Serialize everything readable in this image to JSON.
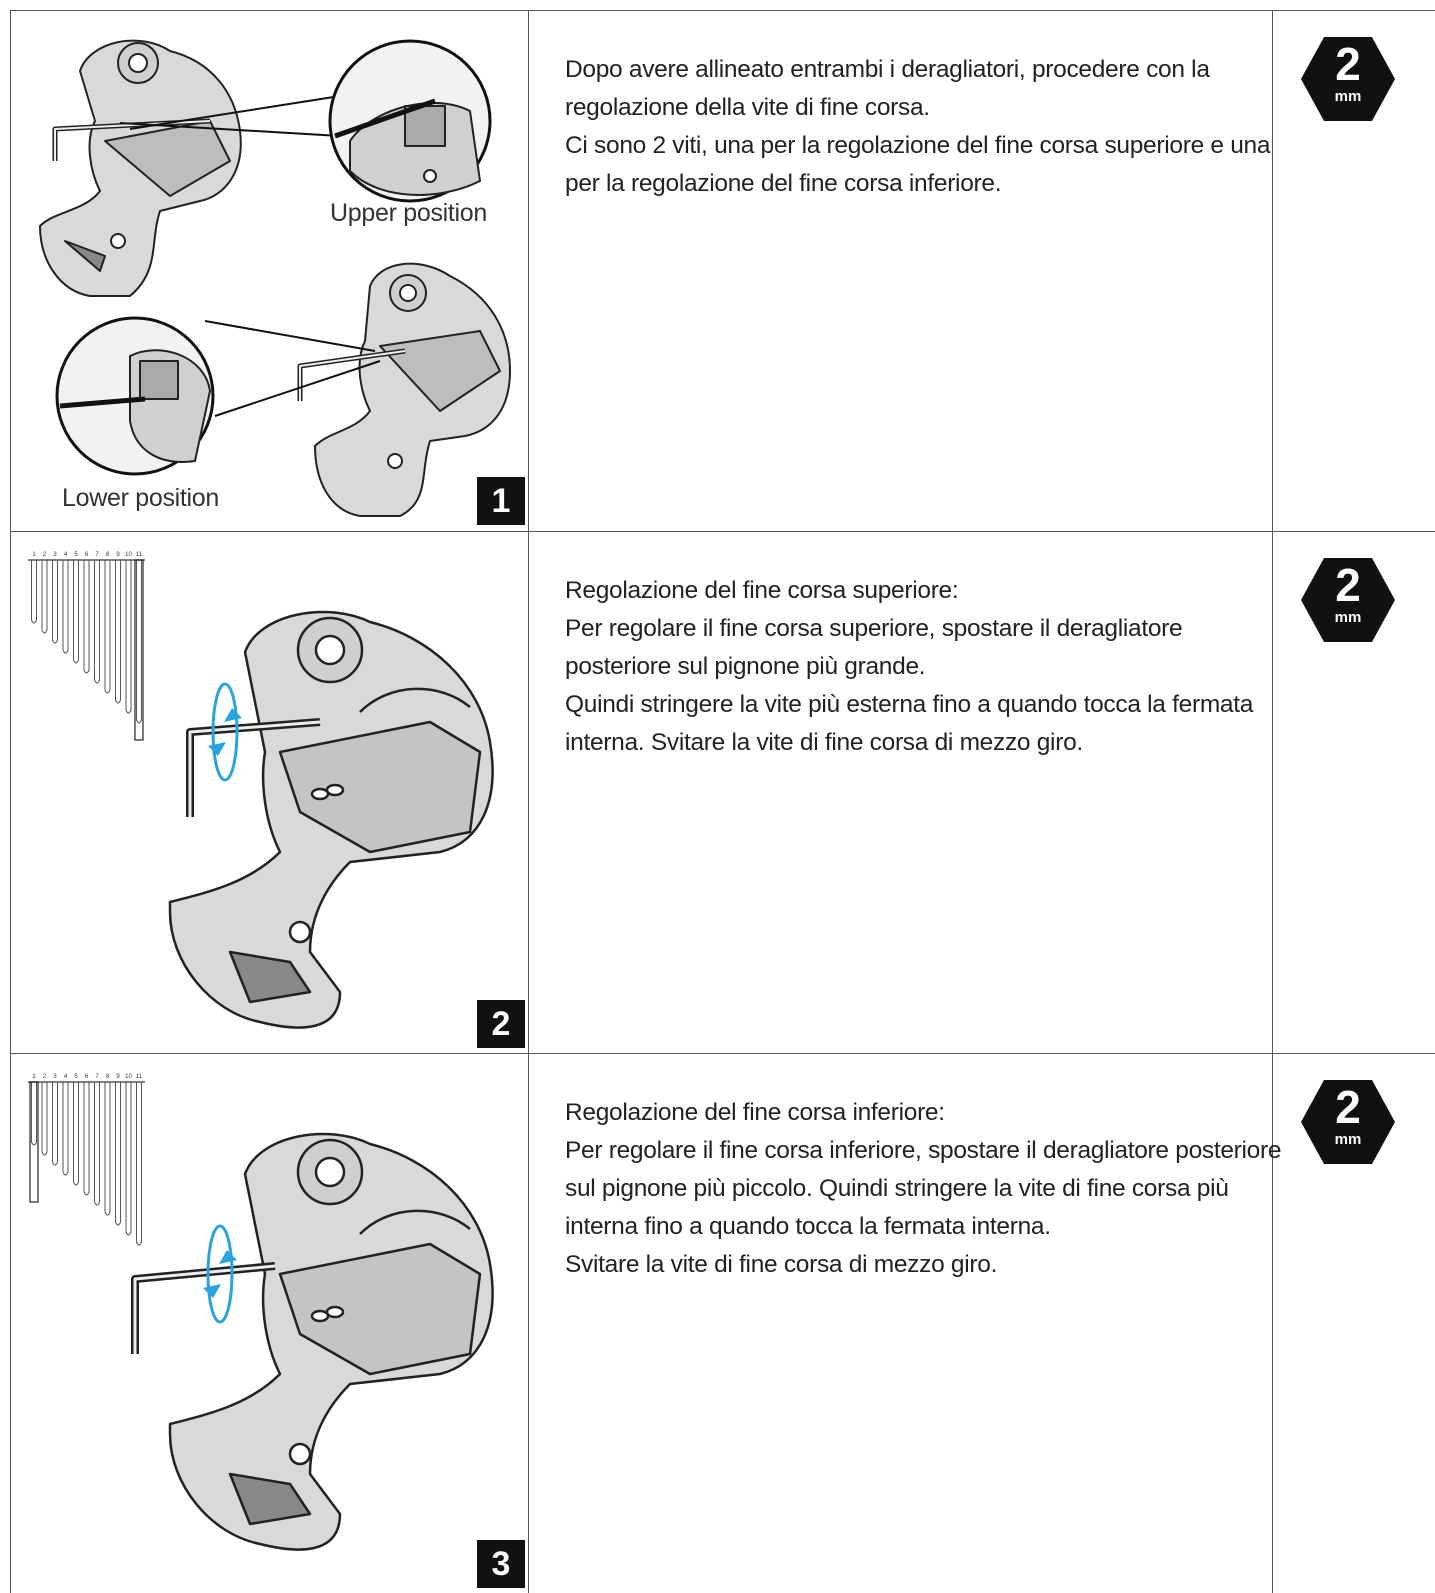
{
  "steps": [
    {
      "number": "1",
      "paragraphs": [
        "Dopo avere allineato entrambi i deragliatori, procedere con la regolazione della vite di fine corsa.",
        "Ci sono 2 viti, una per la regolazione del fine corsa superiore e una per la regolazione del fine corsa inferiore."
      ],
      "captions": {
        "upper": "Upper position",
        "lower": "Lower position"
      },
      "tool": {
        "size": "2",
        "unit": "mm",
        "icon": "hex-key-icon"
      }
    },
    {
      "number": "2",
      "paragraphs": [
        "Regolazione del fine corsa superiore:",
        "Per regolare il fine corsa superiore, spostare il deragliatore posteriore sul pignone più grande.",
        "Quindi stringere la vite più esterna fino a quando tocca la fermata interna. Svitare la vite di fine corsa di mezzo giro."
      ],
      "tool": {
        "size": "2",
        "unit": "mm",
        "icon": "hex-key-icon"
      }
    },
    {
      "number": "3",
      "paragraphs": [
        "Regolazione del fine corsa inferiore:",
        "Per regolare il fine corsa inferiore, spostare il deragliatore posteriore sul pignone più piccolo. Quindi stringere la vite di fine corsa più interna fino a quando tocca la fermata interna.",
        "Svitare la vite di fine corsa di mezzo giro."
      ],
      "tool": {
        "size": "2",
        "unit": "mm",
        "icon": "hex-key-icon"
      }
    }
  ],
  "cassette_labels": [
    "1",
    "2",
    "3",
    "4",
    "5",
    "6",
    "7",
    "8",
    "9",
    "10",
    "11"
  ],
  "colors": {
    "rotation_arrow": "#29a3dc",
    "step_badge": "#111111",
    "tool_badge": "#111111"
  }
}
